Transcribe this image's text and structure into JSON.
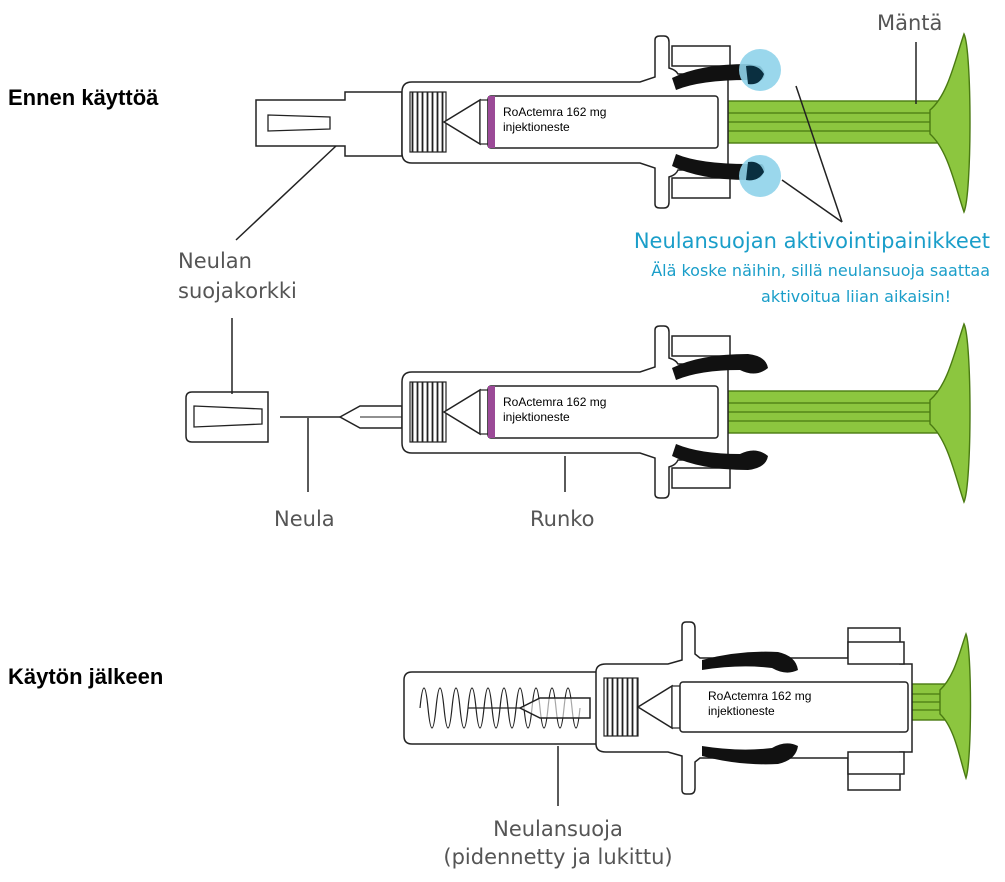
{
  "headings": {
    "before": "Ennen käyttöä",
    "after": "Käytön jälkeen"
  },
  "labels": {
    "plunger": "Mäntä",
    "needle_cap_line1": "Neulan",
    "needle_cap_line2": "suojakorkki",
    "needle": "Neula",
    "body": "Runko",
    "needle_guard_line1": "Neulansuoja",
    "needle_guard_line2": "(pidennetty ja lukittu)"
  },
  "warning": {
    "title": "Neulansuojan aktivointipainikkeet",
    "line1": "Älä koske näihin, sillä neulansuoja saattaa",
    "line2": "aktivoitua liian aikaisin!"
  },
  "product_label": {
    "line1": "RoActemra 162 mg",
    "line2": "injektioneste"
  },
  "colors": {
    "plunger_green": "#8cc63f",
    "warning_blue": "#1a9ec9",
    "highlight_circle": "#8fd3ea",
    "label_stripe": "#9b4a97"
  }
}
